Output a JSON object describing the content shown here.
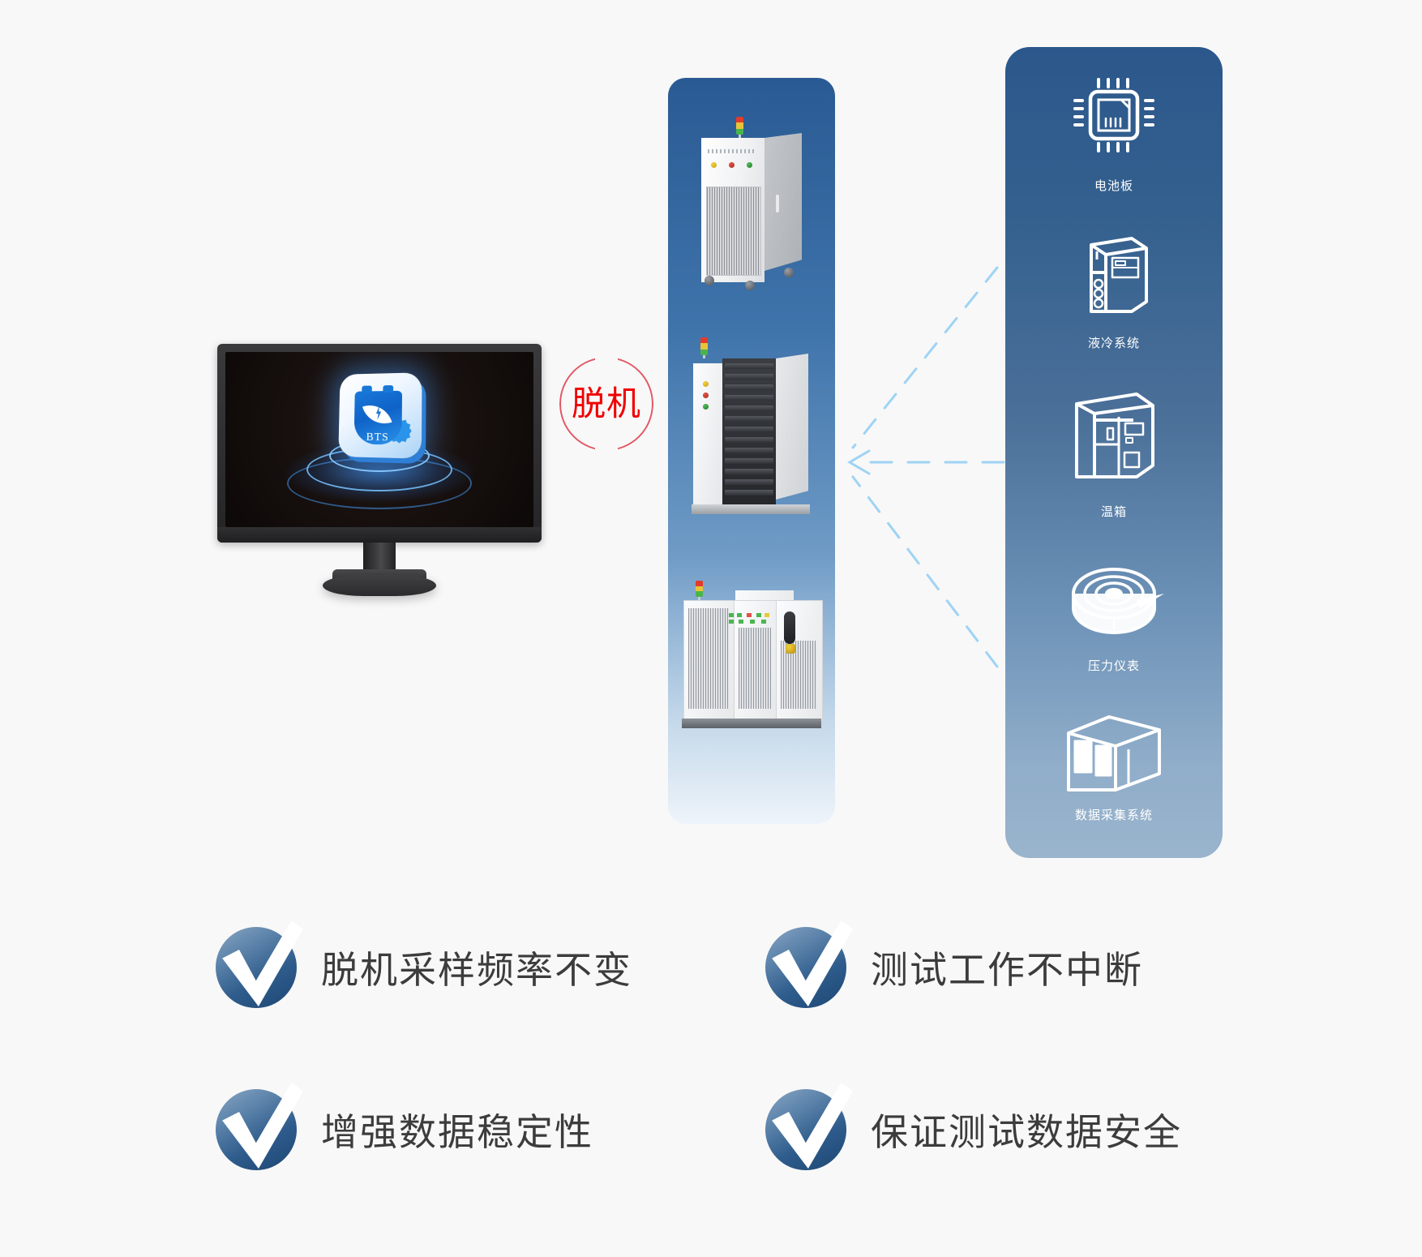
{
  "colors": {
    "background": "#f8f8f8",
    "panel_blue_top": "#2b578c",
    "panel_blue_bottom": "#9ab4cd",
    "equip_panel_top": "#2a5a93",
    "accent_red": "#f00000",
    "dashed_line": "#9ed3f5",
    "check_disc": "#2e5c8c",
    "benefit_text": "#3c3c3c"
  },
  "monitor": {
    "app_icon": {
      "name": "bts-app-icon",
      "label": "BTS"
    }
  },
  "offline_badge": {
    "label": "脱机"
  },
  "equipment_panel": {
    "racks": [
      {
        "name": "tall-cabinet-tester",
        "tower_light": [
          "red",
          "yellow",
          "green"
        ]
      },
      {
        "name": "mid-rack-tester",
        "tower_light": [
          "red",
          "yellow",
          "green"
        ]
      },
      {
        "name": "wide-cabinet-tester",
        "tower_light": [
          "red",
          "yellow",
          "green"
        ]
      }
    ]
  },
  "connector": {
    "arrow_direction": "left",
    "style": "dashed"
  },
  "feature_panel": {
    "items": [
      {
        "icon": "chip-icon",
        "label": "电池板"
      },
      {
        "icon": "chiller-icon",
        "label": "液冷系统"
      },
      {
        "icon": "temperature-chamber-icon",
        "label": "温箱"
      },
      {
        "icon": "pressure-gauge-icon",
        "label": "压力仪表"
      },
      {
        "icon": "data-acquisition-icon",
        "label": "数据采集系统"
      }
    ]
  },
  "benefits": [
    {
      "icon": "check-badge-icon",
      "label": "脱机采样频率不变"
    },
    {
      "icon": "check-badge-icon",
      "label": "测试工作不中断"
    },
    {
      "icon": "check-badge-icon",
      "label": "增强数据稳定性"
    },
    {
      "icon": "check-badge-icon",
      "label": "保证测试数据安全"
    }
  ]
}
